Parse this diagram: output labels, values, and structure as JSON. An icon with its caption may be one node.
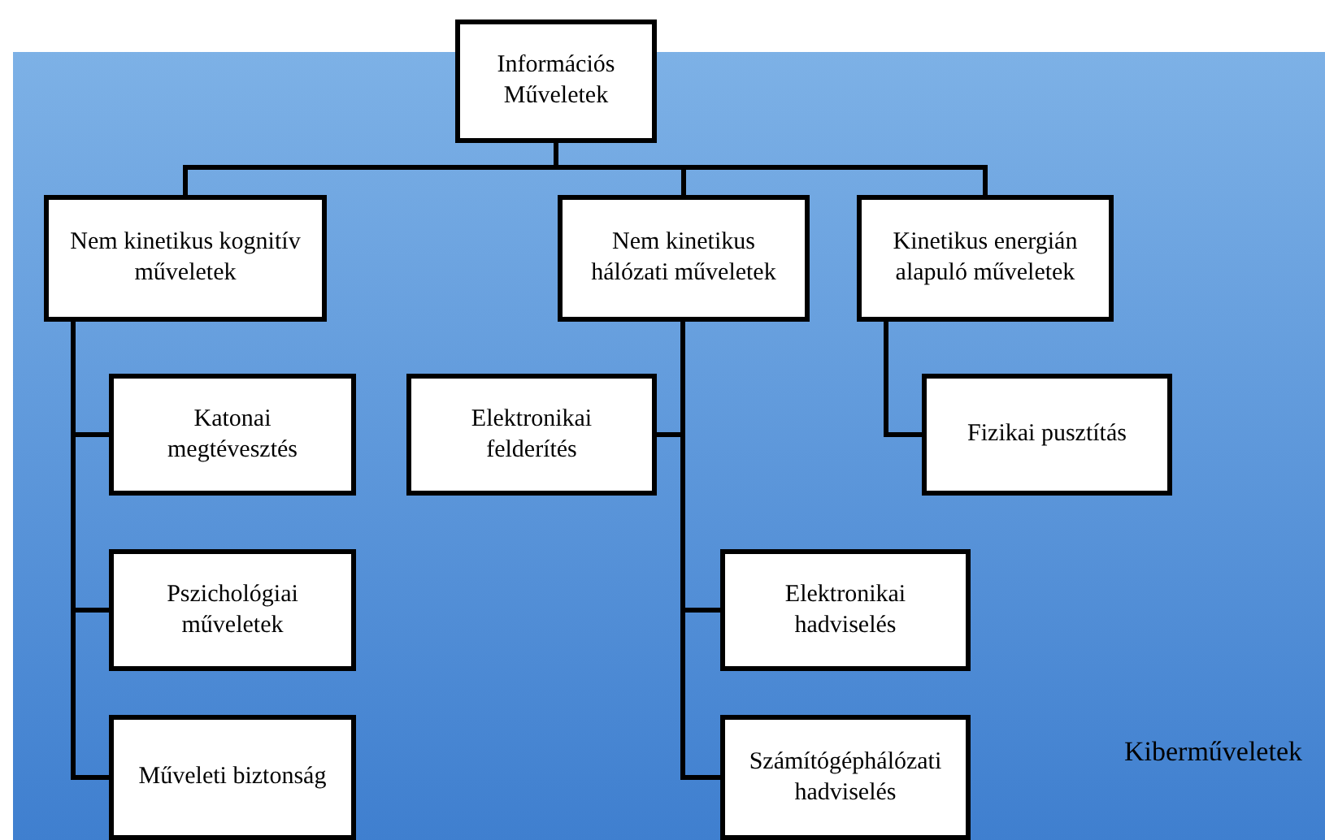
{
  "diagram": {
    "nodes": [
      {
        "text": [
          "Kiberműveletek"
        ]
      },
      {
        "text": [
          "Információs Műveletek"
        ]
      },
      {
        "text": [
          "Nem kinetikus kognitív műveletek"
        ],
        "in": 0
      },
      {
        "text": [
          "Nem kinetikus hálózati műveletek"
        ],
        "in": 0
      },
      {
        "text": [
          "Kinetikus energián alapuló műveletek"
        ],
        "in": 0
      },
      {
        "text": [
          "Katonai megtévesztés"
        ],
        "in": 0
      },
      {
        "text": [
          "Pszichológiai műveletek"
        ],
        "in": 0
      },
      {
        "text": [
          "Műveleti biztonság"
        ],
        "in": 0
      },
      {
        "text": [
          "Elektronikai felderítés"
        ],
        "in": 0
      },
      {
        "text": [
          "Elektronikai hadviselés"
        ],
        "in": 0
      },
      {
        "text": [
          "Számítógéphálózati hadviselés"
        ],
        "in": 0
      },
      {
        "text": [
          "Fizikai pusztítás"
        ],
        "in": 0
      }
    ],
    "edges": [
      {
        "from": 1,
        "to": 2,
        "arrow": "none"
      },
      {
        "from": 1,
        "to": 3,
        "arrow": "none"
      },
      {
        "from": 1,
        "to": 4,
        "arrow": "none"
      },
      {
        "from": 2,
        "to": 5,
        "arrow": "none"
      },
      {
        "from": 2,
        "to": 6,
        "arrow": "none"
      },
      {
        "from": 2,
        "to": 7,
        "arrow": "none"
      },
      {
        "from": 3,
        "to": 8,
        "arrow": "none"
      },
      {
        "from": 3,
        "to": 9,
        "arrow": "none"
      },
      {
        "from": 3,
        "to": 10,
        "arrow": "none"
      },
      {
        "from": 4,
        "to": 11,
        "arrow": "none"
      }
    ]
  }
}
